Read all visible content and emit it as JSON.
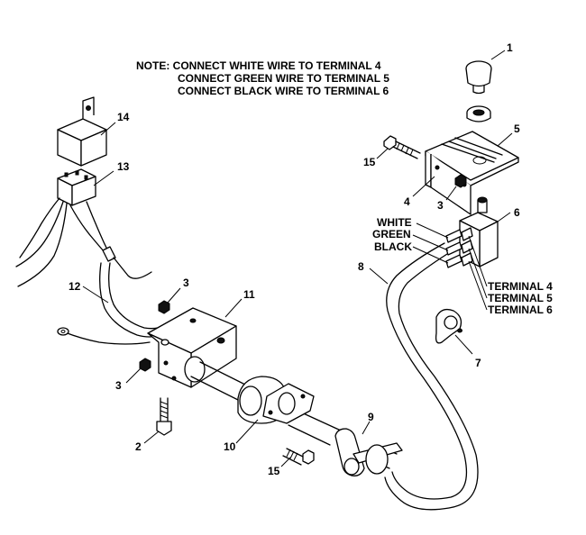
{
  "note": {
    "line1": "NOTE:  CONNECT WHITE WIRE TO TERMINAL 4",
    "line2": "CONNECT GREEN WIRE TO TERMINAL 5",
    "line3": "CONNECT BLACK WIRE TO TERMINAL 6"
  },
  "wire_labels": {
    "white": "WHITE",
    "green": "GREEN",
    "black": "BLACK"
  },
  "terminal_labels": {
    "t4": "TERMINAL 4",
    "t5": "TERMINAL 5",
    "t6": "TERMINAL 6"
  },
  "callouts": {
    "c1": "1",
    "c5": "5",
    "c15_top": "15",
    "c4": "4",
    "c3_right": "3",
    "c6": "6",
    "c8": "8",
    "c7": "7",
    "c14": "14",
    "c13": "13",
    "c12": "12",
    "c3_top": "3",
    "c11": "11",
    "c3_left": "3",
    "c2": "2",
    "c10": "10",
    "c15_bottom": "15",
    "c9": "9"
  }
}
